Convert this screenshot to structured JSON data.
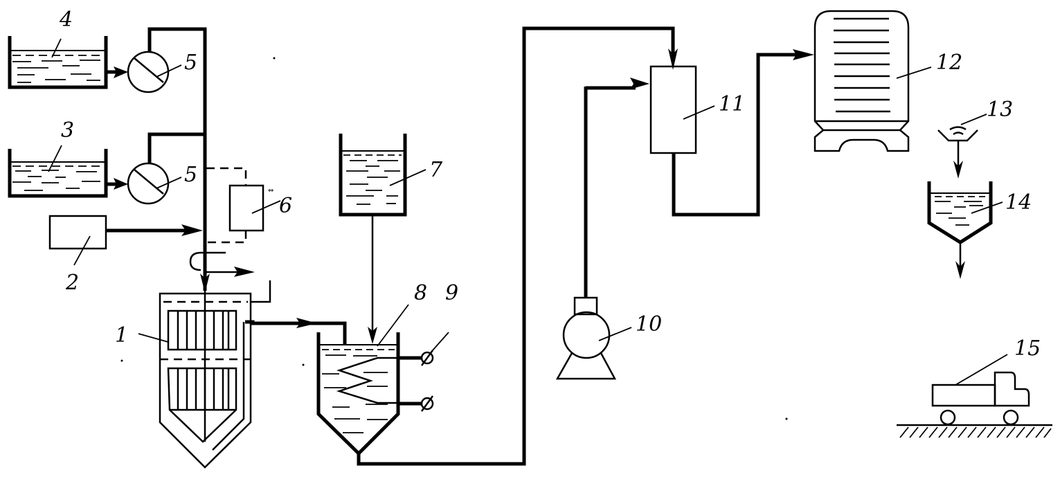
{
  "diagram": {
    "type": "process-flow-schematic",
    "labels": {
      "n1": "1",
      "n2": "2",
      "n3": "3",
      "n4": "4",
      "n5a": "5",
      "n5b": "5",
      "n6": "6",
      "n7": "7",
      "n8": "8",
      "n9": "9",
      "n10": "10",
      "n11": "11",
      "n12": "12",
      "n13": "13",
      "n14": "14",
      "n15": "15"
    },
    "components": [
      {
        "id": "1",
        "kind": "electrolyzer / cell bath"
      },
      {
        "id": "2",
        "kind": "feed unit"
      },
      {
        "id": "3",
        "kind": "solution tank"
      },
      {
        "id": "4",
        "kind": "solution tank"
      },
      {
        "id": "5",
        "kind": "dosing pump / flow meter"
      },
      {
        "id": "6",
        "kind": "control instrument"
      },
      {
        "id": "7",
        "kind": "reagent tank"
      },
      {
        "id": "8",
        "kind": "settling tank with heating coil"
      },
      {
        "id": "9",
        "kind": "coil connections / valves"
      },
      {
        "id": "10",
        "kind": "pump / blower"
      },
      {
        "id": "11",
        "kind": "mixer / reactor column"
      },
      {
        "id": "12",
        "kind": "dryer / storage vessel"
      },
      {
        "id": "13",
        "kind": "hopper"
      },
      {
        "id": "14",
        "kind": "collection bunker"
      },
      {
        "id": "15",
        "kind": "truck"
      }
    ]
  }
}
